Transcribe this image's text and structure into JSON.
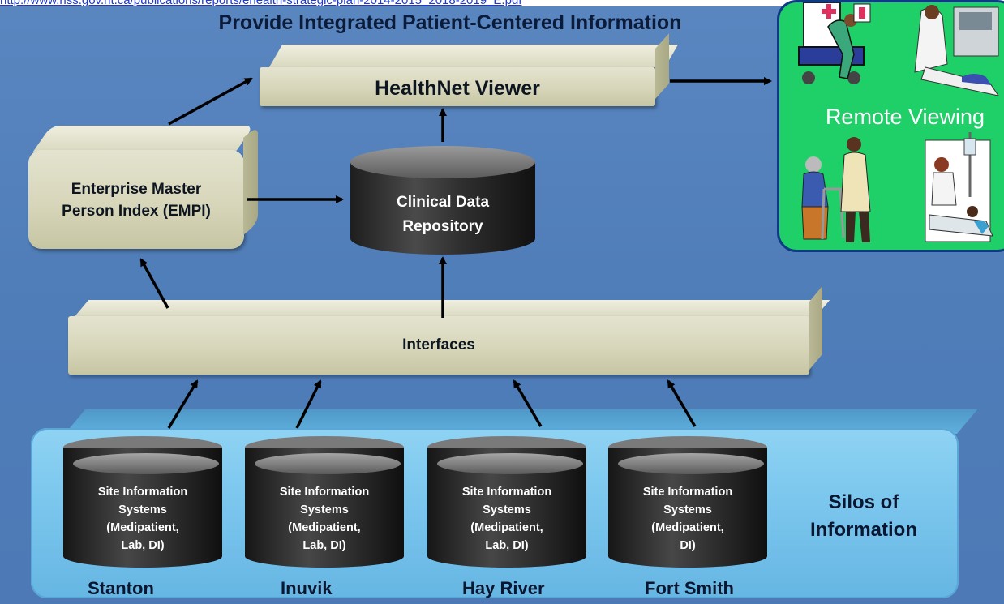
{
  "top_link": "http://www.hss.gov.nt.ca/publications/reports/ehealth-strategic-plan-2014-2015_2018-2019_E.pdf",
  "title": "Provide Integrated Patient-Centered Information",
  "nodes": {
    "healthnet_viewer": "HealthNet Viewer",
    "empi_line1": "Enterprise Master",
    "empi_line2": "Person Index (EMPI)",
    "cdr_line1": "Clinical Data",
    "cdr_line2": "Repository",
    "interfaces": "Interfaces"
  },
  "remote_viewing": {
    "label": "Remote Viewing"
  },
  "sites": [
    {
      "name": "Stanton",
      "lines": [
        "Site Information",
        "Systems",
        "(Medipatient,",
        "Lab, DI)"
      ]
    },
    {
      "name": "Inuvik",
      "lines": [
        "Site Information",
        "Systems",
        "(Medipatient,",
        "Lab, DI)"
      ]
    },
    {
      "name": "Hay River",
      "lines": [
        "Site Information",
        "Systems",
        "(Medipatient,",
        "Lab, DI)"
      ]
    },
    {
      "name": "Fort Smith",
      "lines": [
        "Site Information",
        "Systems",
        "(Medipatient,",
        "DI)"
      ]
    }
  ],
  "silos_label_line1": "Silos of",
  "silos_label_line2": "Information"
}
